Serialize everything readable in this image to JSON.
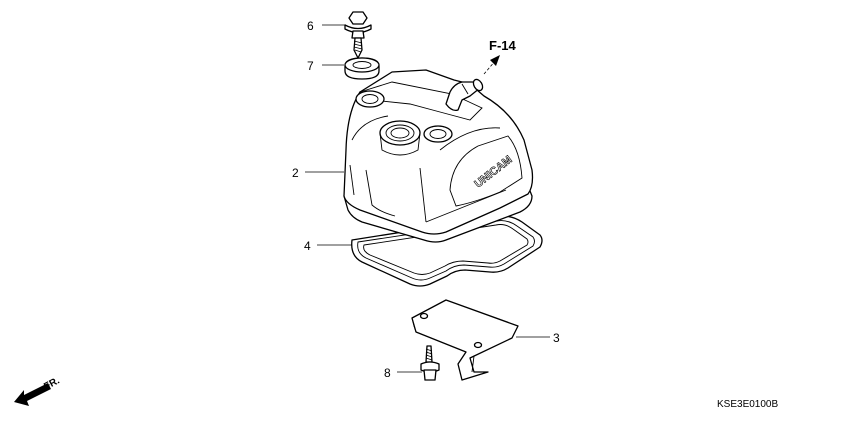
{
  "callouts": {
    "c2": "2",
    "c3": "3",
    "c4": "4",
    "c6": "6",
    "c7": "7",
    "c8": "8"
  },
  "reference": "F-14",
  "brand_mark": "UNICAM",
  "direction_label": "FR.",
  "diagram_code": "KSE3E0100B"
}
